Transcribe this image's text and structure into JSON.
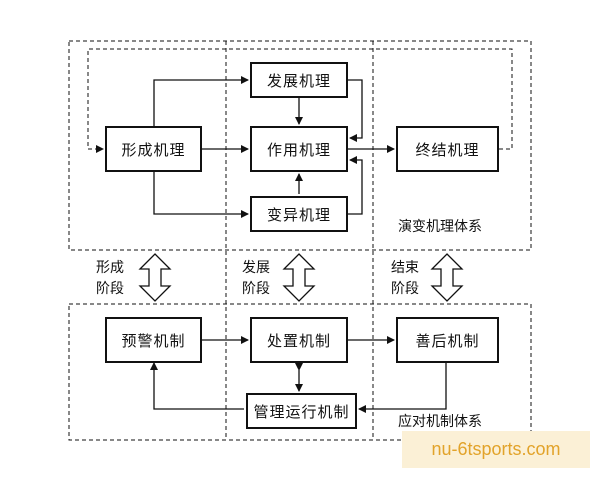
{
  "diagram": {
    "top_group_label": "演变机理体系",
    "bottom_group_label": "应对机制体系",
    "top_nodes": {
      "formation": "形成机理",
      "development": "发展机理",
      "action": "作用机理",
      "variation": "变异机理",
      "termination": "终结机理"
    },
    "bottom_nodes": {
      "warning": "预警机制",
      "handling": "处置机制",
      "aftermath": "善后机制",
      "operation": "管理运行机制"
    },
    "stages": [
      {
        "line1": "形成",
        "line2": "阶段"
      },
      {
        "line1": "发展",
        "line2": "阶段"
      },
      {
        "line1": "结束",
        "line2": "阶段"
      }
    ]
  },
  "watermark": "nu-6tsports.com",
  "colors": {
    "line": "#111111",
    "watermark_bg": "#fbf0d6",
    "watermark_text": "#e2a32a"
  }
}
